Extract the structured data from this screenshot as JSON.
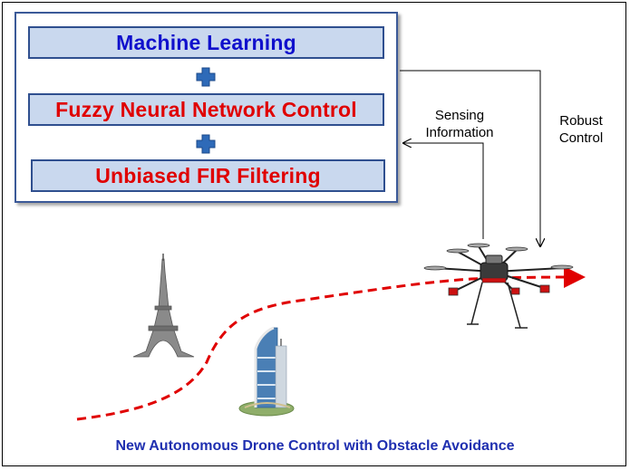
{
  "methods": {
    "machine_learning": {
      "label": "Machine Learning",
      "color": "#1010cc"
    },
    "fuzzy_neural": {
      "label": "Fuzzy Neural Network Control",
      "color": "#e00000"
    },
    "fir_filtering": {
      "label": "Unbiased FIR Filtering",
      "color": "#e00000"
    }
  },
  "arrows": {
    "sensing": "Sensing\nInformation",
    "control": "Robust\nControl"
  },
  "caption": "New Autonomous Drone Control with Obstacle Avoidance",
  "colors": {
    "plus": "#2e6ab8",
    "box_fill": "#c9d8ee",
    "box_border": "#2f4f8f",
    "path": "#e00000"
  },
  "icons": [
    "eiffel-tower-icon",
    "burj-al-arab-icon",
    "drone-icon",
    "plus-icon"
  ]
}
